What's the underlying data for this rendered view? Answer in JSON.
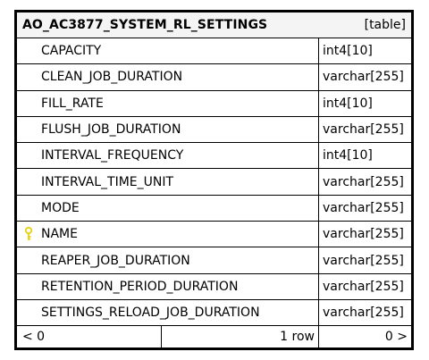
{
  "table": {
    "name": "AO_AC3877_SYSTEM_RL_SETTINGS",
    "kind": "[table]",
    "columns": [
      {
        "name": "CAPACITY",
        "type": "int4[10]",
        "primary_key": false
      },
      {
        "name": "CLEAN_JOB_DURATION",
        "type": "varchar[255]",
        "primary_key": false
      },
      {
        "name": "FILL_RATE",
        "type": "int4[10]",
        "primary_key": false
      },
      {
        "name": "FLUSH_JOB_DURATION",
        "type": "varchar[255]",
        "primary_key": false
      },
      {
        "name": "INTERVAL_FREQUENCY",
        "type": "int4[10]",
        "primary_key": false
      },
      {
        "name": "INTERVAL_TIME_UNIT",
        "type": "varchar[255]",
        "primary_key": false
      },
      {
        "name": "MODE",
        "type": "varchar[255]",
        "primary_key": false
      },
      {
        "name": "NAME",
        "type": "varchar[255]",
        "primary_key": true
      },
      {
        "name": "REAPER_JOB_DURATION",
        "type": "varchar[255]",
        "primary_key": false
      },
      {
        "name": "RETENTION_PERIOD_DURATION",
        "type": "varchar[255]",
        "primary_key": false
      },
      {
        "name": "SETTINGS_RELOAD_JOB_DURATION",
        "type": "varchar[255]",
        "primary_key": false
      }
    ],
    "footer": {
      "left": "< 0",
      "middle": "1 row",
      "right": "0 >"
    }
  },
  "colors": {
    "border": "#000000",
    "header_bg": "#f4f4f4",
    "key_icon": "#e8d20f"
  },
  "icons": {
    "primary_key": "key-icon"
  }
}
